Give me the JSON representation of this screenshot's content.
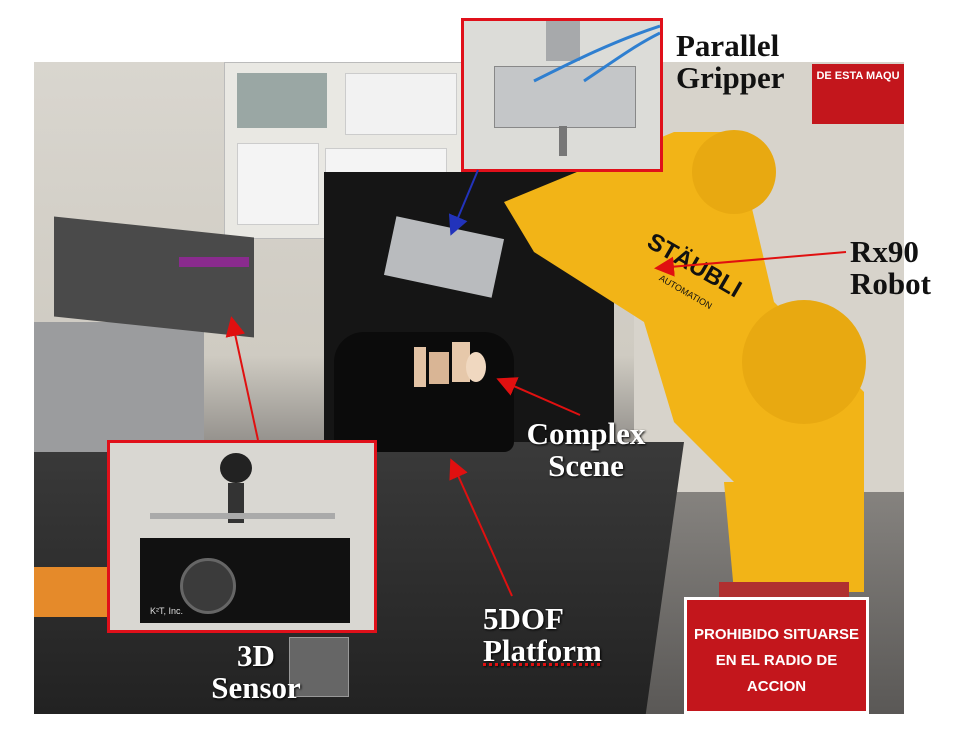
{
  "labels": {
    "parallel_gripper": [
      "Parallel",
      "Gripper"
    ],
    "rx90_robot": [
      "Rx90",
      "Robot"
    ],
    "complex_scene": [
      "Complex",
      "Scene"
    ],
    "platform_5dof": [
      "5DOF",
      "Platform"
    ],
    "sensor_3d": [
      "3D",
      "Sensor"
    ]
  },
  "signs": {
    "warning_line1": "PROHIBIDO SITUARSE",
    "warning_line2": "EN EL RADIO DE ACCION",
    "top_right_sign": "DE ESTA MAQU",
    "robot_brand": "STÄUBLI",
    "robot_sub": "AUTOMATION",
    "sensor_brand": "K²T, Inc."
  },
  "colors": {
    "annotation_red": "#e0101a",
    "arrow_red": "#e01010",
    "robot_yellow": "#f2b417",
    "sign_red": "#c3161c"
  }
}
